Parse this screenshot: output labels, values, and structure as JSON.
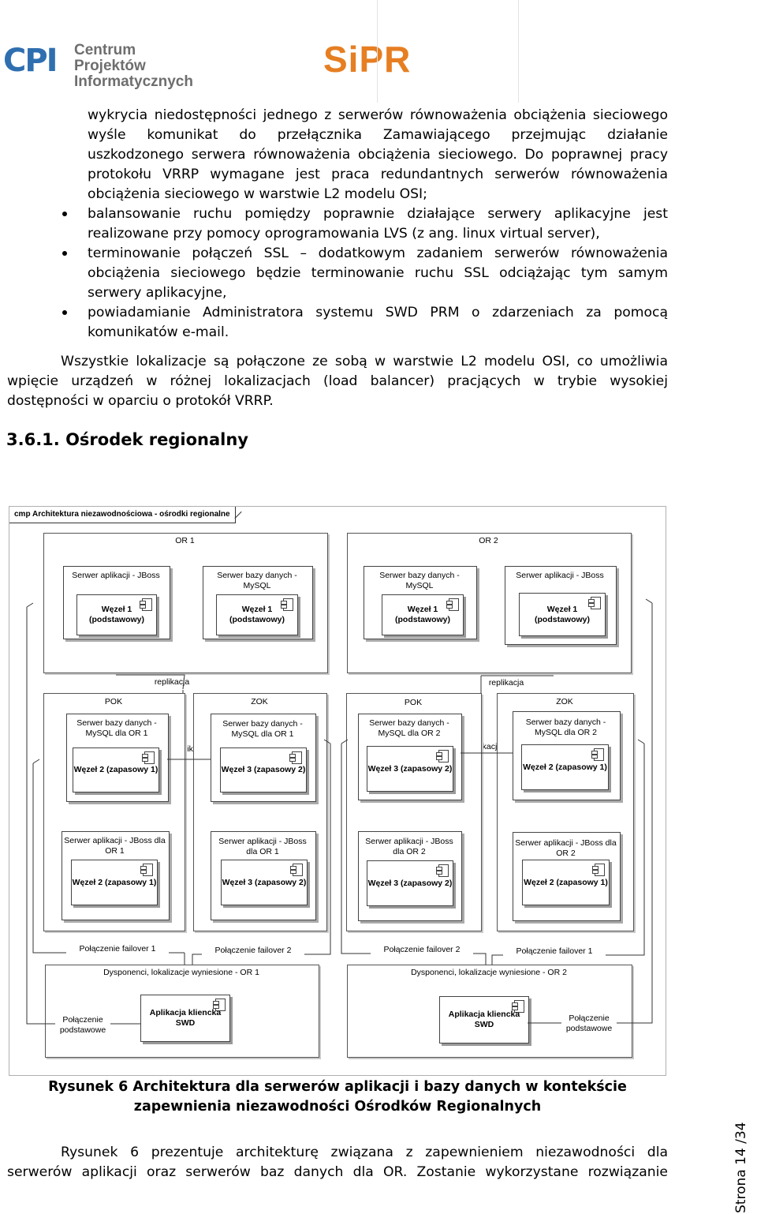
{
  "header": {
    "cpi_mark": "CPI",
    "cpi_name_line1": "Centrum Projektów",
    "cpi_name_line2": "Informatycznych",
    "sipr_logo": "SiPR"
  },
  "bullet_block": {
    "lines": [
      "wykrycia niedostępności jednego z serwerów równoważenia obciążenia sieciowego",
      "wyśle komunikat do przełącznika Zamawiającego przejmując działanie",
      "uszkodzonego serwera równoważenia obciążenia sieciowego. Do poprawnej pracy",
      "protokołu VRRP wymagane jest praca redundantnych serwerów równoważenia",
      "obciążenia sieciowego w warstwie L2 modelu OSI;",
      "balansowanie ruchu pomiędzy poprawnie działające serwery aplikacyjne jest",
      "realizowane przy pomocy oprogramowania LVS (z ang. linux virtual server),",
      "terminowanie połączeń SSL – dodatkowym zadaniem serwerów równoważenia",
      "obciążenia sieciowego będzie terminowanie ruchu SSL odciążając tym samym",
      "serwery aplikacyjne,",
      "powiadamianie Administratora systemu SWD PRM o zdarzeniach za pomocą",
      "komunikatów e-mail."
    ]
  },
  "paragraph": {
    "lines": [
      "Wszystkie lokalizacje są połączone ze sobą w warstwie L2 modelu OSI, co umożliwia",
      "wpięcie urządzeń w różnej lokalizacjach (load balancer) pracjących w trybie wysokiej",
      "dostępności w oparciu o protokół VRRP."
    ]
  },
  "section_heading": "3.6.1. Ośrodek regionalny",
  "diagram": {
    "frame_title": "cmp Architektura niezawodnościowa - ośrodki regionalne",
    "or1": "OR 1",
    "or2": "OR 2",
    "top_nodes": [
      {
        "title": "Serwer aplikacji - JBoss",
        "comp": "Węzeł 1 (podstawowy)"
      },
      {
        "title": "Serwer bazy danych - MySQL",
        "comp": "Węzeł 1 (podstawowy)"
      },
      {
        "title": "Serwer bazy danych - MySQL",
        "comp": "Węzeł 1 (podstawowy)"
      },
      {
        "title": "Serwer aplikacji - JBoss",
        "comp": "Węzeł 1 (podstawowy)"
      }
    ],
    "replication_label": "replikacja",
    "pok": "POK",
    "zok": "ZOK",
    "db_nodes": [
      {
        "title": "Serwer bazy danych - MySQL dla OR 1",
        "comp": "Węzeł 2 (zapasowy 1)"
      },
      {
        "title": "Serwer bazy danych - MySQL dla OR 1",
        "comp": "Węzeł 3 (zapasowy 2)"
      },
      {
        "title": "Serwer bazy danych - MySQL dla OR 2",
        "comp": "Węzeł 3 (zapasowy 2)"
      },
      {
        "title": "Serwer bazy danych - MySQL dla OR 2",
        "comp": "Węzeł 2 (zapasowy 1)"
      }
    ],
    "app_nodes": [
      {
        "title": "Serwer aplikacji - JBoss dla OR 1",
        "comp": "Węzeł 2 (zapasowy 1)"
      },
      {
        "title": "Serwer aplikacji - JBoss dla OR 1",
        "comp": "Węzeł 3 (zapasowy 2)"
      },
      {
        "title": "Serwer aplikacji - JBoss dla OR 2",
        "comp": "Węzeł 3 (zapasowy 2)"
      },
      {
        "title": "Serwer aplikacji - JBoss dla OR 2",
        "comp": "Węzeł 2 (zapasowy 1)"
      }
    ],
    "failover": [
      "Połączenie failover 1",
      "Połączenie failover 2",
      "Połączenie failover 2",
      "Połączenie failover 1"
    ],
    "disp1": "Dysponenci, lokalizacje wyniesione - OR 1",
    "disp2": "Dysponenci, lokalizacje wyniesione - OR 2",
    "client_app": "Aplikacja kliencka SWD",
    "primary_conn": "Połączenie podstawowe"
  },
  "caption": {
    "line1": "Rysunek 6 Architektura dla serwerów aplikacji i bazy danych w kontekście",
    "line2": "zapewnienia niezawodności Ośrodków Regionalnych"
  },
  "bottom_paragraph": {
    "lines": [
      "Rysunek 6 prezentuje architekturę związana z zapewnieniem niezawodności dla",
      "serwerów aplikacji oraz serwerów baz danych dla OR. Zostanie wykorzystane rozwiązanie"
    ]
  },
  "page_number": "Strona 14 /34"
}
